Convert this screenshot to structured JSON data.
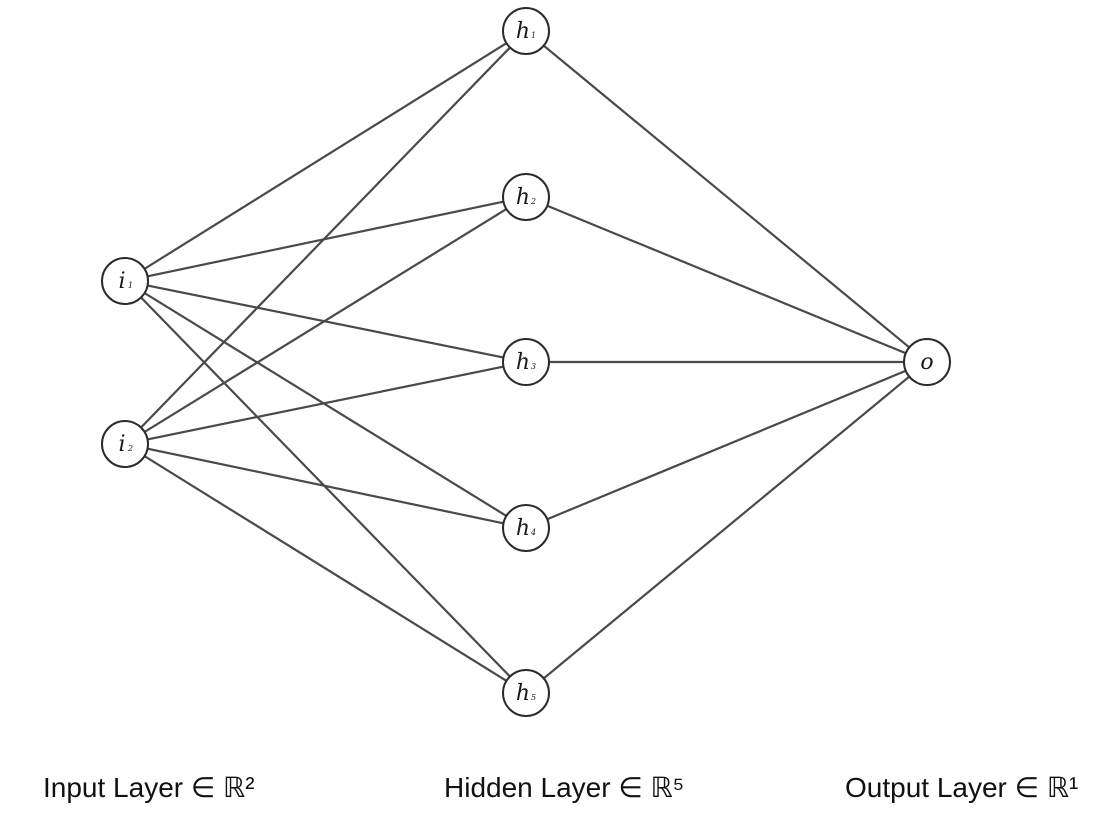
{
  "layers": {
    "input": {
      "label": "Input Layer ∈ ℝ²",
      "nodes": [
        {
          "id": "i1",
          "symbol": "i",
          "subscript": "1"
        },
        {
          "id": "i2",
          "symbol": "i",
          "subscript": "2"
        }
      ]
    },
    "hidden": {
      "label": "Hidden Layer ∈ ℝ⁵",
      "nodes": [
        {
          "id": "h1",
          "symbol": "h",
          "subscript": "1"
        },
        {
          "id": "h2",
          "symbol": "h",
          "subscript": "2"
        },
        {
          "id": "h3",
          "symbol": "h",
          "subscript": "3"
        },
        {
          "id": "h4",
          "symbol": "h",
          "subscript": "4"
        },
        {
          "id": "h5",
          "symbol": "h",
          "subscript": "5"
        }
      ]
    },
    "output": {
      "label": "Output Layer ∈ ℝ¹",
      "nodes": [
        {
          "id": "o",
          "symbol": "o",
          "subscript": ""
        }
      ]
    }
  },
  "edges": [
    [
      "i1",
      "h1"
    ],
    [
      "i1",
      "h2"
    ],
    [
      "i1",
      "h3"
    ],
    [
      "i1",
      "h4"
    ],
    [
      "i1",
      "h5"
    ],
    [
      "i2",
      "h1"
    ],
    [
      "i2",
      "h2"
    ],
    [
      "i2",
      "h3"
    ],
    [
      "i2",
      "h4"
    ],
    [
      "i2",
      "h5"
    ],
    [
      "h1",
      "o"
    ],
    [
      "h2",
      "o"
    ],
    [
      "h3",
      "o"
    ],
    [
      "h4",
      "o"
    ],
    [
      "h5",
      "o"
    ]
  ],
  "colors": {
    "edge": "#4a4a4a",
    "node_stroke": "#2b2b2b",
    "node_fill": "#ffffff",
    "text": "#1a1a1a"
  }
}
